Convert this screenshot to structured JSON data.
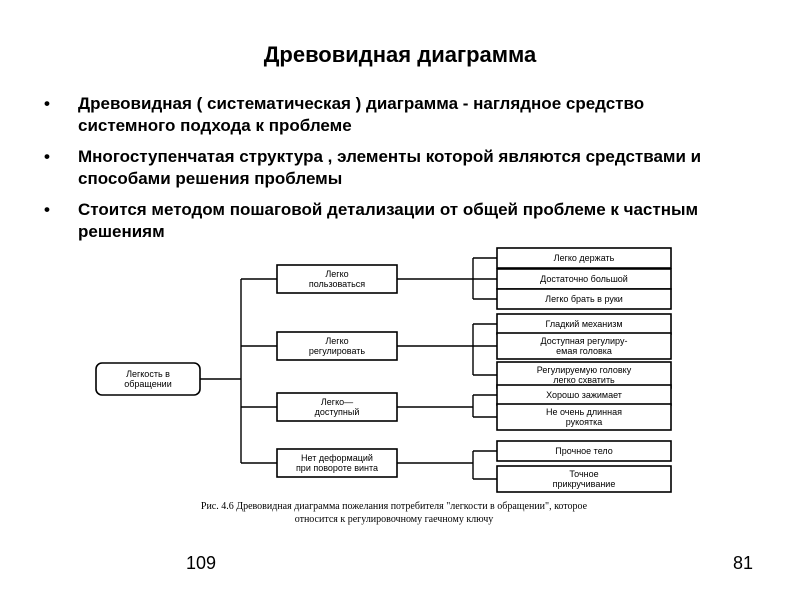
{
  "slide": {
    "title": "Древовидная диаграмма",
    "bullets": [
      "Древовидная ( систематическая ) диаграмма - наглядное средство системного подхода к  проблеме",
      "Многоступенчатая структура , элементы которой являются средствами и  способами решения проблемы",
      "Стоится методом пошаговой детализации от общей проблеме к частным решениям"
    ]
  },
  "diagram": {
    "root": [
      "Легкость в",
      "обращении"
    ],
    "branches": [
      {
        "label": [
          "Легко",
          "пользоваться"
        ],
        "leaves": [
          [
            "Легко держать"
          ],
          [
            "Достаточно большой"
          ],
          [
            "Легко брать в руки"
          ]
        ]
      },
      {
        "label": [
          "Легко",
          "регулировать"
        ],
        "leaves": [
          [
            "Гладкий механизм"
          ],
          [
            "Доступная регулиру-",
            "емая головка"
          ],
          [
            "Регулируемую головку",
            "легко схватить"
          ]
        ]
      },
      {
        "label": [
          "Легко—",
          "доступный"
        ],
        "leaves": [
          [
            "Хорошо зажимает"
          ],
          [
            "Не очень длинная",
            "рукоятка"
          ]
        ]
      },
      {
        "label": [
          "Нет деформаций",
          "при повороте винта"
        ],
        "leaves": [
          [
            "Прочное тело"
          ],
          [
            "Точное",
            "прикручивание"
          ]
        ]
      }
    ],
    "caption": [
      "Рис. 4.6  Древовидная диаграмма пожелания потребителя \"легкости в обращении\", которое",
      "относится к регулировочному гаечному ключу"
    ]
  },
  "footer": {
    "page_left": "109",
    "page_right": "81"
  }
}
